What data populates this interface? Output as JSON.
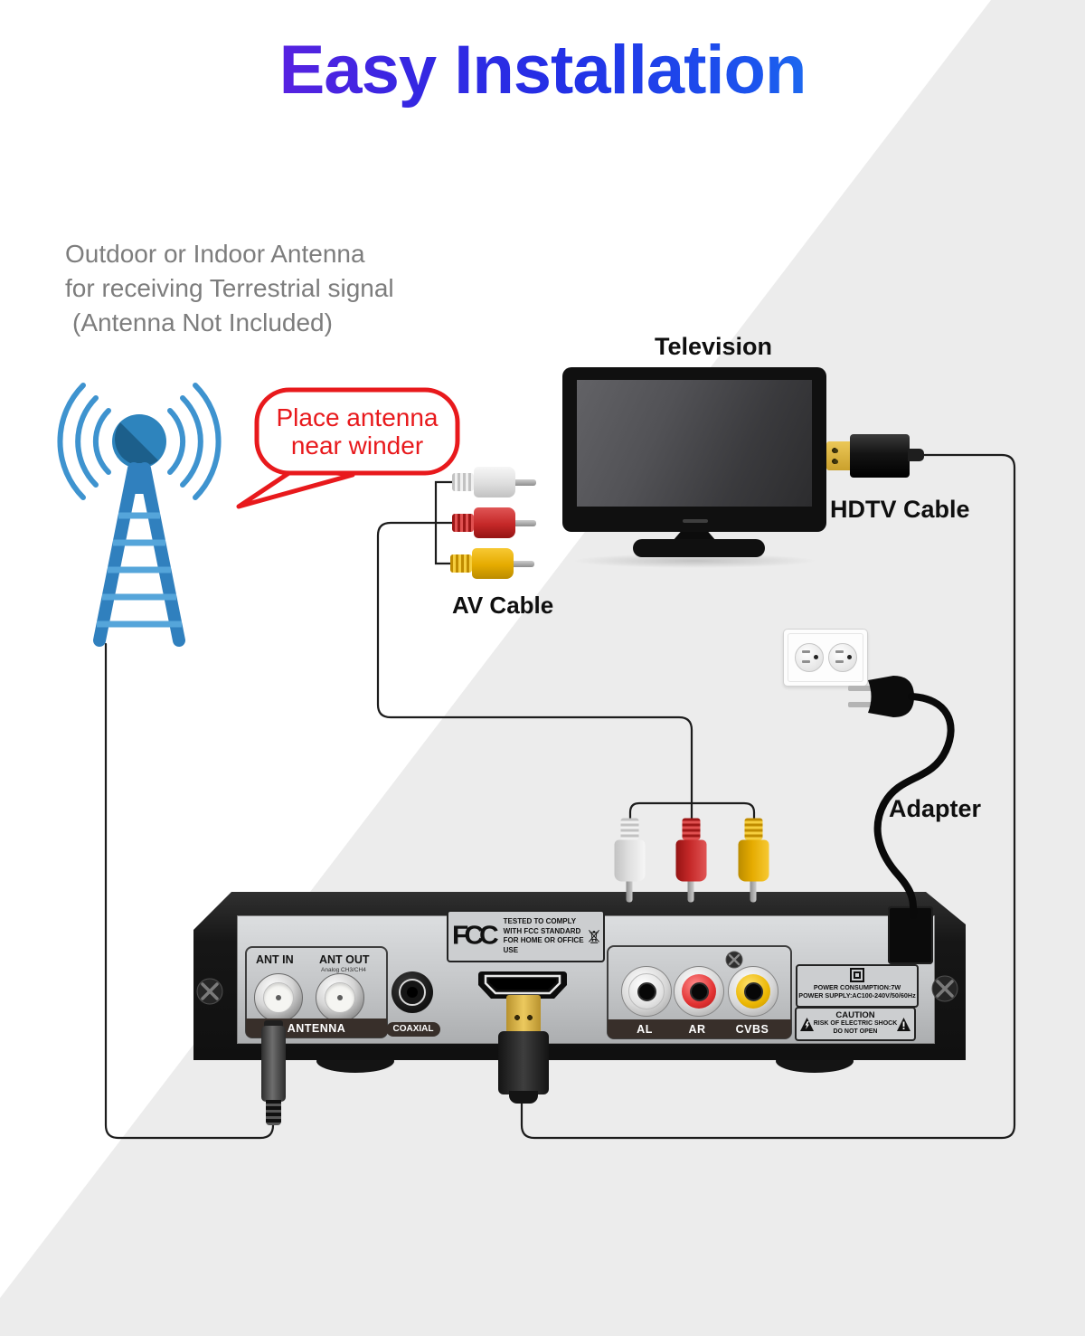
{
  "title": "Easy Installation",
  "note": {
    "line1": "Outdoor or Indoor Antenna",
    "line2": "for receiving Terrestrial signal",
    "line3": "(Antenna Not Included)"
  },
  "bubble": {
    "line1": "Place antenna",
    "line2": "near winder"
  },
  "labels": {
    "television": "Television",
    "av_cable": "AV Cable",
    "hdtv_cable": "HDTV Cable",
    "adapter": "Adapter"
  },
  "panel": {
    "ant_in": "ANT IN",
    "ant_out": "ANT OUT",
    "ant_out_sub": "Analog CH3/CH4",
    "antenna_band": "ANTENNA",
    "coaxial": "COAXIAL",
    "jacks": [
      "AL",
      "AR",
      "CVBS"
    ],
    "fcc_logo": "FCC",
    "fcc_lines": [
      "TESTED TO COMPLY",
      "WITH FCC STANDARD",
      "FOR HOME OR OFFICE",
      "USE"
    ],
    "power_lines": [
      "POWER CONSUMPTION:7W",
      "POWER SUPPLY:AC100-240V/50/60Hz"
    ],
    "caution_lines": [
      "CAUTION",
      "RISK OF ELECTRIC SHOCK",
      "DO NOT OPEN"
    ]
  },
  "colors": {
    "title_gradient_start": "#c011ee",
    "title_gradient_mid": "#2330e6",
    "title_gradient_end": "#3fd0f0",
    "accent_red": "#e8191c",
    "antenna_blue": "#3080be",
    "background_gray": "#ececec",
    "rca_white": "#e9e9e9",
    "rca_red": "#c52828",
    "rca_yellow": "#e5ab00",
    "panel_gray": "#c4c6c8",
    "band_dark": "#382f2a"
  }
}
